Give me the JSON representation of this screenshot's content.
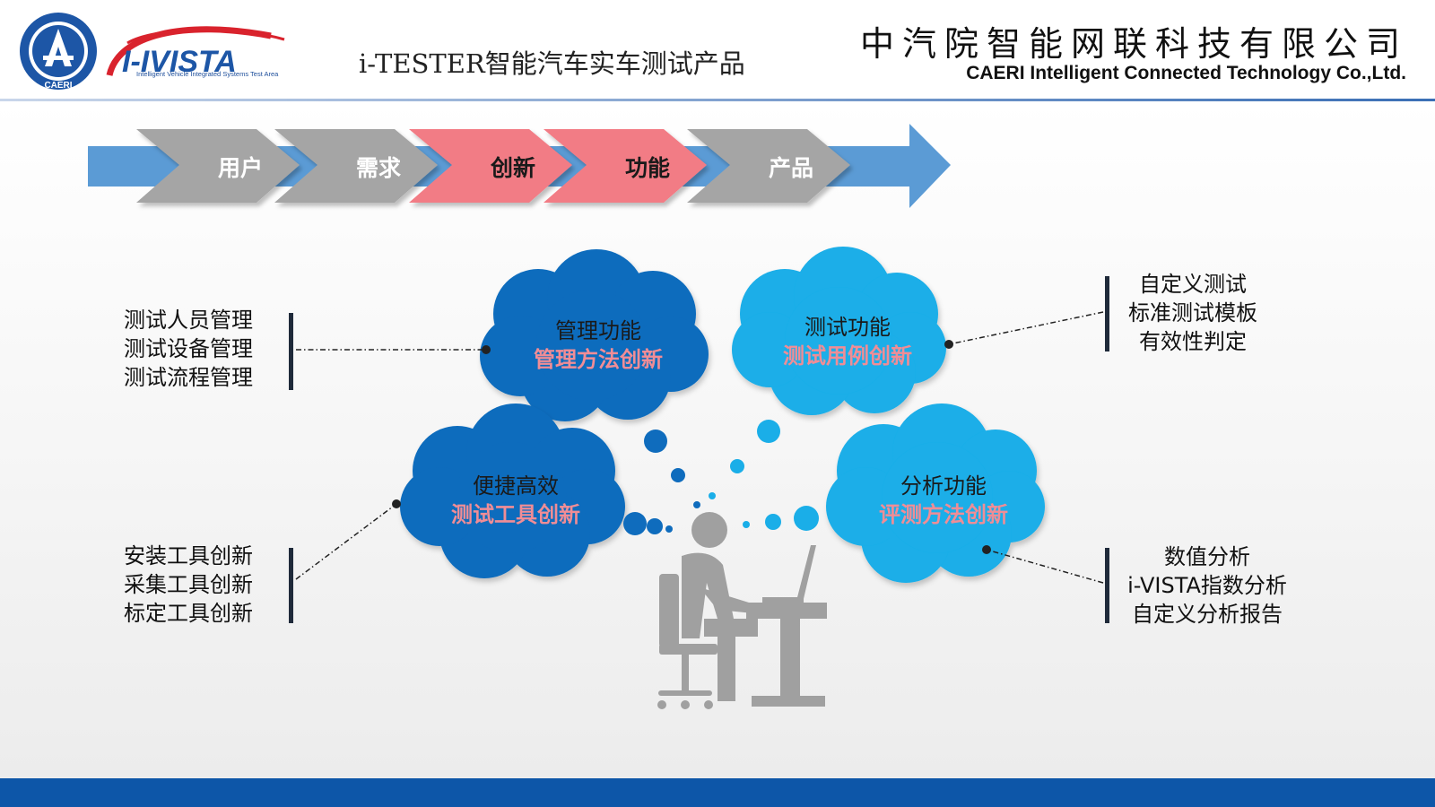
{
  "header": {
    "seal_label": "CAERI",
    "brand": "I-IVISTA",
    "brand_subtitle": "Intelligent Vehicle Integrated Systems Test Area",
    "product_title": "i-TESTER智能汽车实车测试产品",
    "company_cn": "中汽院智能网联科技有限公司",
    "company_en": "CAERI Intelligent Connected Technology Co.,Ltd."
  },
  "flow": {
    "steps": [
      {
        "label": "用户",
        "color": "#a5a5a5",
        "text_color": "#ffffff"
      },
      {
        "label": "需求",
        "color": "#a5a5a5",
        "text_color": "#ffffff"
      },
      {
        "label": "创新",
        "color": "#f27b85",
        "text_color": "#1a1a1a"
      },
      {
        "label": "功能",
        "color": "#f27b85",
        "text_color": "#1a1a1a"
      },
      {
        "label": "产品",
        "color": "#a5a5a5",
        "text_color": "#ffffff"
      }
    ],
    "arrow_color": "#5b9bd5"
  },
  "clouds": {
    "management": {
      "title": "管理功能",
      "subtitle": "管理方法创新",
      "color": "#0f6cbd"
    },
    "testing": {
      "title": "测试功能",
      "subtitle": "测试用例创新",
      "color": "#1aaee8"
    },
    "convenient": {
      "title": "便捷高效",
      "subtitle": "测试工具创新",
      "color": "#0f6cbd"
    },
    "analysis": {
      "title": "分析功能",
      "subtitle": "评测方法创新",
      "color": "#1aaee8"
    }
  },
  "lists": {
    "management": [
      "测试人员管理",
      "测试设备管理",
      "测试流程管理"
    ],
    "testing": [
      "自定义测试",
      "标准测试模板",
      "有效性判定"
    ],
    "tools": [
      "安装工具创新",
      "采集工具创新",
      "标定工具创新"
    ],
    "analysis": [
      "数值分析",
      "i-VISTA指数分析",
      "自定义分析报告"
    ]
  },
  "colors": {
    "footer": "#0d56a8",
    "figure": "#a0a0a0",
    "accent_text": "#f08d96"
  }
}
